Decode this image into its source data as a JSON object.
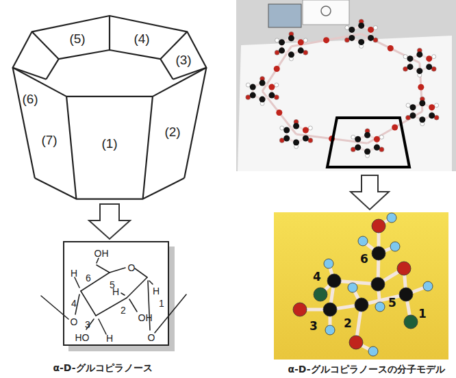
{
  "diagram": {
    "nodes": [
      {
        "text": [
          "OH",
          "H",
          "6",
          "O",
          "5",
          "H",
          "H",
          "1",
          "4",
          "2",
          "OH",
          "O",
          "3",
          "HO",
          "H",
          "O"
        ]
      },
      {
        "text": [
          "6",
          "4",
          "5",
          "1",
          "2",
          "3"
        ]
      }
    ],
    "labels": [
      "(5)",
      "(4)",
      "(3)",
      "(6)",
      "(7)",
      "(1)",
      "(2)",
      "α-D-グルコピラノース",
      "α-D-グルコピラノースの分子モデル"
    ]
  }
}
